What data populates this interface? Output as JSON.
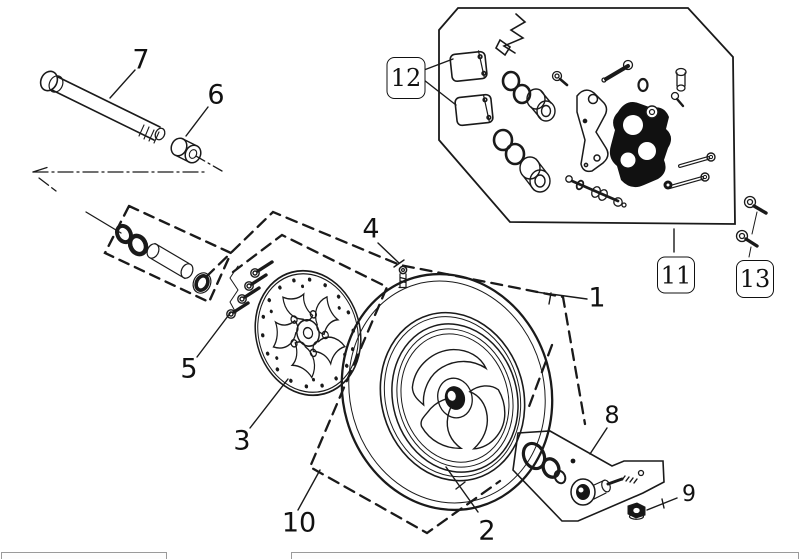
{
  "diagram": {
    "background": "#ffffff",
    "ink_color": "#1a1a1a",
    "caliper_fill": "#111111",
    "panel_border_color": "#9a9a9a"
  },
  "labels": {
    "l1": "1",
    "l2": "2",
    "l3": "3",
    "l4": "4",
    "l5": "5",
    "l6": "6",
    "l7": "7",
    "l8": "8",
    "l9": "9",
    "l10": "10",
    "l11": "11",
    "l12": "12",
    "l13": "13"
  }
}
